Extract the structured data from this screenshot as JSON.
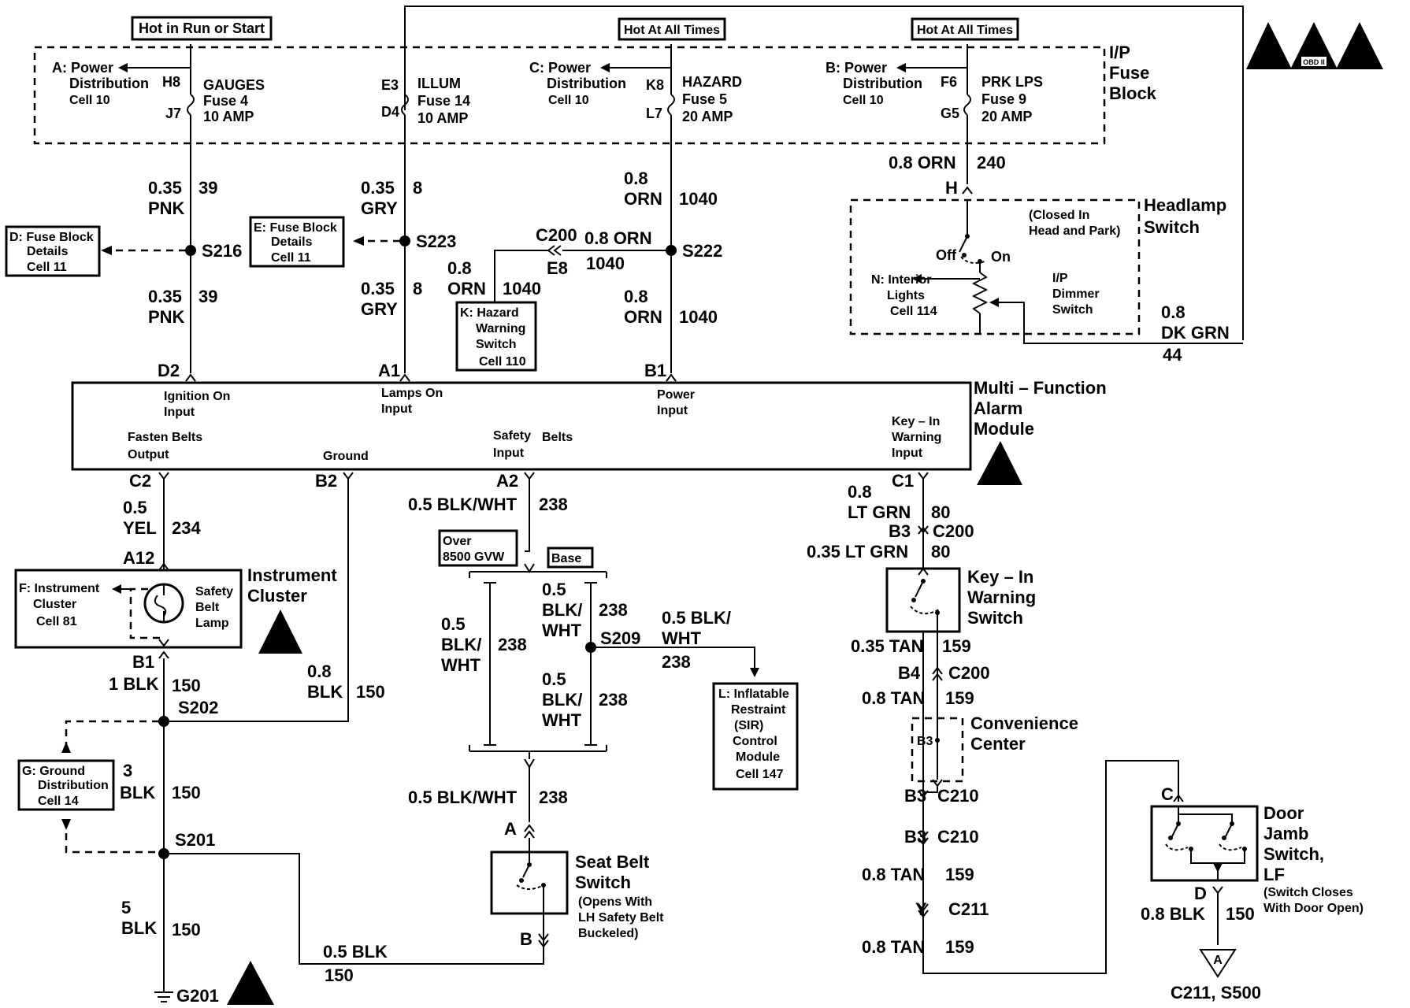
{
  "header": {
    "hot_run_start": "Hot in Run or Start",
    "hot_all_1": "Hot At All Times",
    "hot_all_2": "Hot At All Times"
  },
  "fuse_block": {
    "title": [
      "I/P",
      "Fuse",
      "Block"
    ],
    "pd_a": [
      "A: Power",
      "Distribution",
      "Cell 10"
    ],
    "pd_c": [
      "C: Power",
      "Distribution",
      "Cell 10"
    ],
    "pd_b": [
      "B: Power",
      "Distribution",
      "Cell 10"
    ],
    "fuse_gauges": {
      "top": "H8",
      "bot": "J7",
      "lines": [
        "GAUGES",
        "Fuse 4",
        "10 AMP"
      ]
    },
    "fuse_illum": {
      "top": "E3",
      "bot": "D4",
      "lines": [
        "ILLUM",
        "Fuse 14",
        "10 AMP"
      ]
    },
    "fuse_hazard": {
      "top": "K8",
      "bot": "L7",
      "lines": [
        "HAZARD",
        "Fuse 5",
        "20 AMP"
      ]
    },
    "fuse_prk": {
      "top": "F6",
      "bot": "G5",
      "lines": [
        "PRK LPS",
        "Fuse 9",
        "20 AMP"
      ]
    }
  },
  "wires": {
    "pnk_top": [
      "0.35",
      "PNK",
      "39"
    ],
    "pnk_bot": [
      "0.35",
      "PNK",
      "39"
    ],
    "gry_top": [
      "0.35",
      "GRY",
      "8"
    ],
    "gry_bot": [
      "0.35",
      "GRY",
      "8"
    ],
    "orn_top": [
      "0.8",
      "ORN",
      "1040"
    ],
    "orn_bot": [
      "0.8",
      "ORN",
      "1040"
    ],
    "orn_left": [
      "0.8",
      "ORN",
      "1040"
    ],
    "orn_mid": [
      "0.8 ORN",
      "1040"
    ],
    "orn_240": [
      "0.8 ORN",
      "240"
    ],
    "dkgrn": [
      "0.8",
      "DK GRN",
      "44"
    ],
    "yel": [
      "0.5",
      "YEL",
      "234"
    ],
    "blk_1": [
      "1 BLK",
      "150"
    ],
    "blk_08": [
      "0.8",
      "BLK",
      "150"
    ],
    "blk_3": [
      "3",
      "BLK",
      "150"
    ],
    "blk_5": [
      "5",
      "BLK",
      "150"
    ],
    "blkwht_top": [
      "0.5 BLK/WHT",
      "238"
    ],
    "blkwht_left": [
      "0.5",
      "BLK/",
      "WHT",
      "238"
    ],
    "blkwht_r1": [
      "0.5",
      "BLK/",
      "WHT",
      "238"
    ],
    "blkwht_r2": [
      "0.5",
      "BLK/",
      "WHT",
      "238"
    ],
    "blkwht_sir": [
      "0.5 BLK/",
      "WHT",
      "238"
    ],
    "blkwht_bot": [
      "0.5 BLK/WHT",
      "238"
    ],
    "blk_05": [
      "0.5 BLK",
      "150"
    ],
    "ltgrn_top": [
      "0.8",
      "LT GRN",
      "80"
    ],
    "ltgrn_bot": [
      "0.35 LT GRN",
      "80"
    ],
    "tan_035": [
      "0.35 TAN",
      "159"
    ],
    "tan_08a": [
      "0.8 TAN",
      "159"
    ],
    "tan_08b": [
      "0.8 TAN",
      "159"
    ],
    "tan_08c": [
      "0.8 TAN",
      "159"
    ],
    "blk_door": [
      "0.8 BLK",
      "150"
    ]
  },
  "splices": {
    "s216": "S216",
    "s223": "S223",
    "s222": "S222",
    "s202": "S202",
    "s201": "S201",
    "s209": "S209"
  },
  "connectors": {
    "c200_top": [
      "C200",
      "E8"
    ],
    "d2": "D2",
    "a1": "A1",
    "b1": "B1",
    "h": "H",
    "c2": "C2",
    "b2": "B2",
    "a2": "A2",
    "c1": "C1",
    "a12": "A12",
    "b1_ic": "B1",
    "b3_c200": [
      "B3",
      "C200"
    ],
    "b4_c200": [
      "B4",
      "C200"
    ],
    "b3_c210a": [
      "B3",
      "C210"
    ],
    "b3_c210b": [
      "B3",
      "C210"
    ],
    "y_c211": [
      "Y",
      "C211"
    ],
    "sb_a": "A",
    "sb_b": "B",
    "door_c": "C",
    "door_d": "D",
    "b3_cc": "B3"
  },
  "refs": {
    "fuse_block_details_d": [
      "D: Fuse Block",
      "Details",
      "Cell 11"
    ],
    "fuse_block_details_e": [
      "E: Fuse Block",
      "Details",
      "Cell 11"
    ],
    "hazard_switch": [
      "K: Hazard",
      "Warning",
      "Switch",
      "Cell 110"
    ],
    "interior_lights": [
      "N: Interior",
      "Lights",
      "Cell 114"
    ],
    "instrument_cluster_f": [
      "F: Instrument",
      "Cluster",
      "Cell 81"
    ],
    "ground_dist_g": [
      "G: Ground",
      "Distribution",
      "Cell 14"
    ],
    "sir_module": [
      "L: Inflatable",
      "Restraint",
      "(SIR)",
      "Control",
      "Module",
      "Cell 147"
    ]
  },
  "headlamp": {
    "title": [
      "Headlamp",
      "Switch"
    ],
    "note": [
      "(Closed In",
      "Head and Park)"
    ],
    "off": "Off",
    "on": "On",
    "dimmer": [
      "I/P",
      "Dimmer",
      "Switch"
    ]
  },
  "module": {
    "title": [
      "Multi – Function",
      "Alarm",
      "Module"
    ],
    "ign": [
      "Ignition On",
      "Input"
    ],
    "lamps": [
      "Lamps On",
      "Input"
    ],
    "power": [
      "Power",
      "Input"
    ],
    "fasten": [
      "Fasten Belts",
      "Output"
    ],
    "ground": "Ground",
    "safety": [
      "Safety",
      "Belts",
      "Input"
    ],
    "keyin": [
      "Key – In",
      "Warning",
      "Input"
    ]
  },
  "cluster": {
    "title": [
      "Instrument",
      "Cluster"
    ],
    "lamp": [
      "Safety",
      "Belt",
      "Lamp"
    ]
  },
  "options": {
    "over": [
      "Over",
      "8500 GVW"
    ],
    "base": "Base"
  },
  "switches": {
    "seat_belt": [
      "Seat Belt",
      "Switch"
    ],
    "seat_belt_note": [
      "(Opens With",
      "LH Safety Belt",
      "Buckeled)"
    ],
    "key_in": [
      "Key – In",
      "Warning",
      "Switch"
    ],
    "conv": [
      "Convenience",
      "Center"
    ],
    "door": [
      "Door",
      "Jamb",
      "Switch,",
      "LF"
    ],
    "door_note": [
      "(Switch Closes",
      "With Door Open)"
    ]
  },
  "grounds": {
    "g201": "G201",
    "c211_s500": "C211, S500",
    "tri": "A"
  },
  "esd_caption": "OBD II"
}
